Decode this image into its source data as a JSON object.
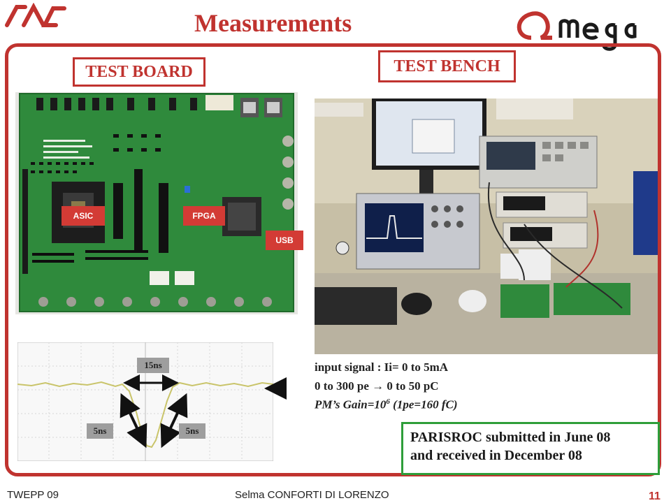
{
  "header": {
    "title": "Measurements",
    "lal_logo_text": "LAL",
    "omega_logo_text": "Omega"
  },
  "test_board": {
    "label": "TEST BOARD",
    "tags": {
      "asic": "ASIC",
      "fpga": "FPGA",
      "usb": "USB"
    }
  },
  "test_bench": {
    "label": "TEST BENCH"
  },
  "scope": {
    "width_label": "15ns",
    "rise_label_left": "5ns",
    "rise_label_right": "5ns"
  },
  "input_info": {
    "line1": "input signal : Ii= 0 to 5mA",
    "line2": "0 to 300 pe → 0 to 50 pC",
    "line3": "PM’s Gain=10",
    "line3_sup": "6",
    "line3_end": " (1pe=160 fC)"
  },
  "status_box": {
    "line1": "PARISROC submitted in June 08",
    "line2": "and received in December 08"
  },
  "footer": {
    "left": "TWEPP 09",
    "center": "Selma CONFORTI DI LORENZO",
    "page": "11"
  },
  "colors": {
    "accent": "#c0332f",
    "green": "#2e9e3a",
    "board_green": "#2f8a3c"
  }
}
